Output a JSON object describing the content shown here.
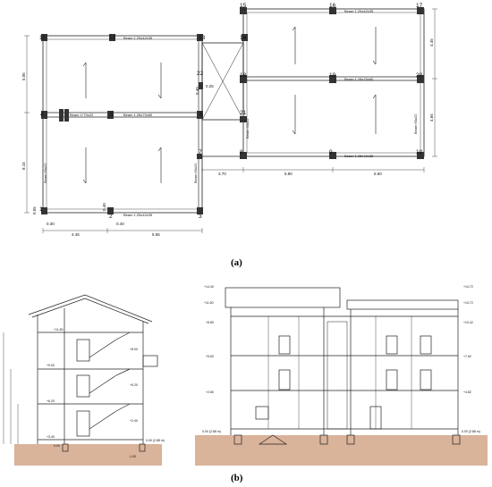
{
  "captions": {
    "a": "(a)",
    "b": "(b)"
  },
  "plan": {
    "nodes": [
      "1",
      "2",
      "3",
      "4",
      "5",
      "6",
      "7",
      "8",
      "9",
      "10",
      "11",
      "12",
      "13",
      "14",
      "15",
      "16",
      "17",
      "18",
      "19",
      "20",
      "21",
      "22"
    ],
    "beams": {
      "top_left": "Beam 1.25x42x35",
      "mid_left": "Beam 1.28x70x50",
      "slab_left": "Beam 1*70x22",
      "bottom_left": "Beam 1.25x42x35",
      "left_vertical": "Beam 60x22",
      "center_vertical": "Beam 60x22",
      "v21": "Beam 60x22",
      "top_right": "Beam 1.25x42x35",
      "mid_right": "Beam 1.28x70x60",
      "bottom_right": "Beam 1.25x42x35",
      "right_vertical": "Beam 60x22"
    },
    "dims": {
      "left_top": "5.05",
      "left_bottom": "8.15",
      "left_small": "0.55",
      "right_top": "4.45",
      "right_bottom": "4.65",
      "b1": "4.45",
      "b2": "5.65",
      "b3": "3.70",
      "b4": "5.80",
      "b5": "5.60",
      "s030": "0.30",
      "s040a": "0.40",
      "s040b": "0.40",
      "s040c": "0.40",
      "s025": "0.25"
    }
  },
  "section_left": {
    "levels": [
      "+11.80",
      "+9.00",
      "+6.20",
      "+3.40",
      "0.00",
      "-1.00"
    ],
    "stair_levels": [
      "+8.00",
      "+5.20",
      "+2.40"
    ],
    "ground": "0.00 (2.88 m)"
  },
  "section_right": {
    "left_levels": [
      "+14.40",
      "+11.60",
      "+8.80",
      "+5.60",
      "+2.80",
      "0.00 (2.88 m)"
    ],
    "right_levels": [
      "+14.72",
      "+13.72",
      "+10.42",
      "+7.62",
      "+4.82",
      "0.00 (2.88 m)"
    ]
  }
}
